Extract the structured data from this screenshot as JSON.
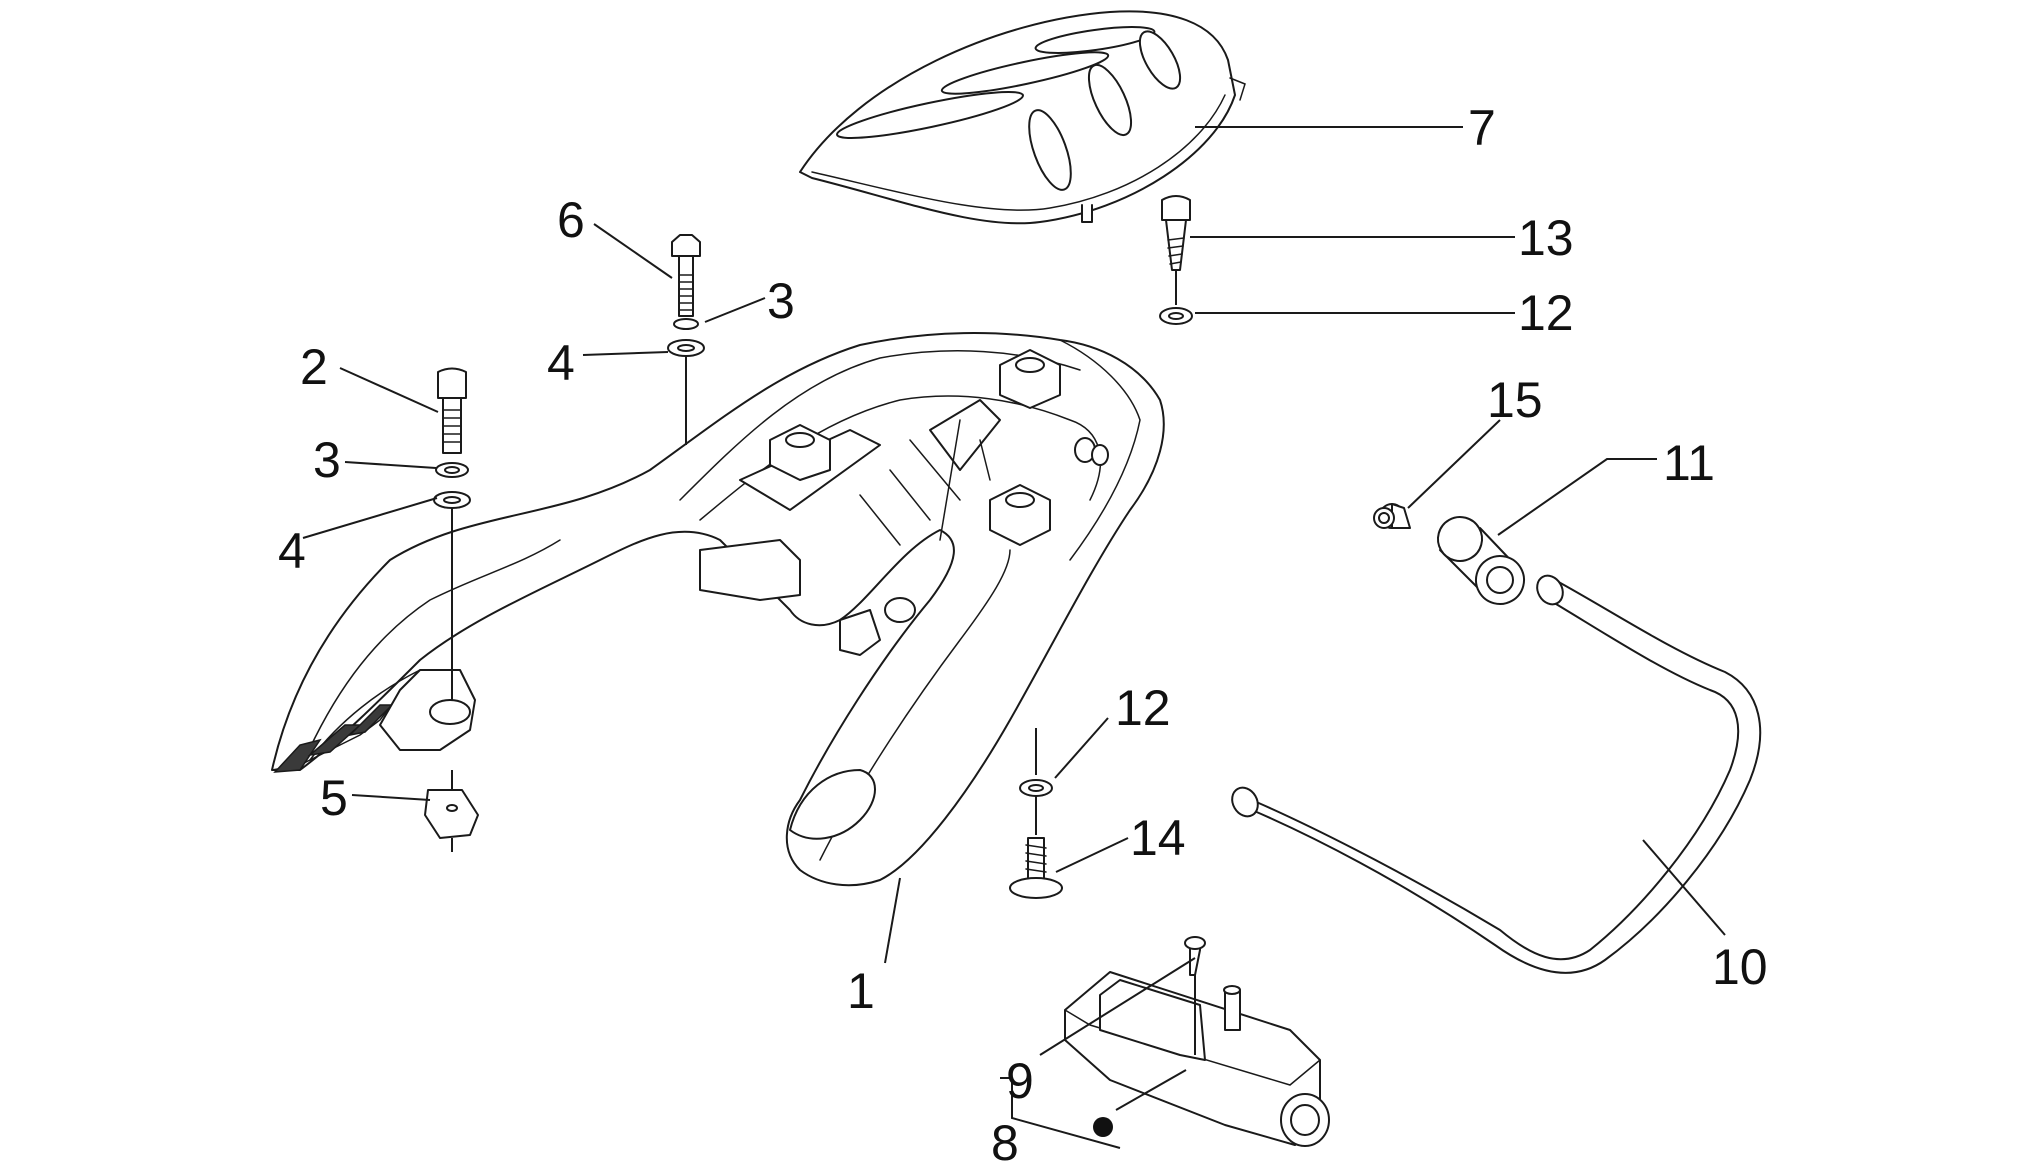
{
  "diagram": {
    "labels": {
      "p1": "1",
      "p2": "2",
      "p3a": "3",
      "p3b": "3",
      "p4a": "4",
      "p4b": "4",
      "p5": "5",
      "p6": "6",
      "p7": "7",
      "p8": "8",
      "p9": "9",
      "p10": "10",
      "p11": "11",
      "p12a": "12",
      "p12b": "12",
      "p13": "13",
      "p14": "14",
      "p15": "15"
    }
  }
}
